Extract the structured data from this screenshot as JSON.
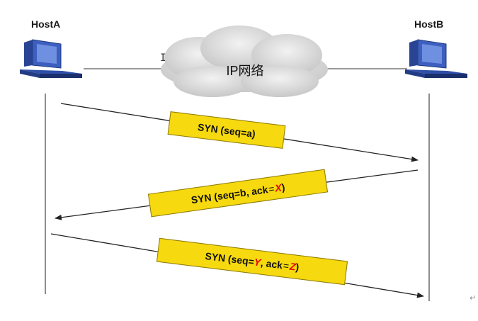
{
  "hosts": {
    "a": {
      "label": "HostA",
      "icon": "computer-icon"
    },
    "b": {
      "label": "HostB",
      "icon": "computer-icon"
    }
  },
  "network": {
    "label": "IP网络",
    "icon": "cloud-icon"
  },
  "messages": [
    {
      "prefix": "SYN (seq=a)",
      "direction": "HostA→HostB"
    },
    {
      "prefix": "SYN (seq=b, ack",
      "op": "=",
      "var": "X",
      "suffix": ")",
      "direction": "HostB→HostA"
    },
    {
      "prefix": "SYN (seq=",
      "var1": "Y",
      "mid": ", ack",
      "op": "=",
      "var2": "Z",
      "suffix": ")",
      "direction": "HostA→HostB"
    }
  ],
  "colors": {
    "message_fill": "#f6d90e",
    "highlight": "#e60000",
    "cloud": "#d9d9d9",
    "computer": "#2f4fa8"
  }
}
